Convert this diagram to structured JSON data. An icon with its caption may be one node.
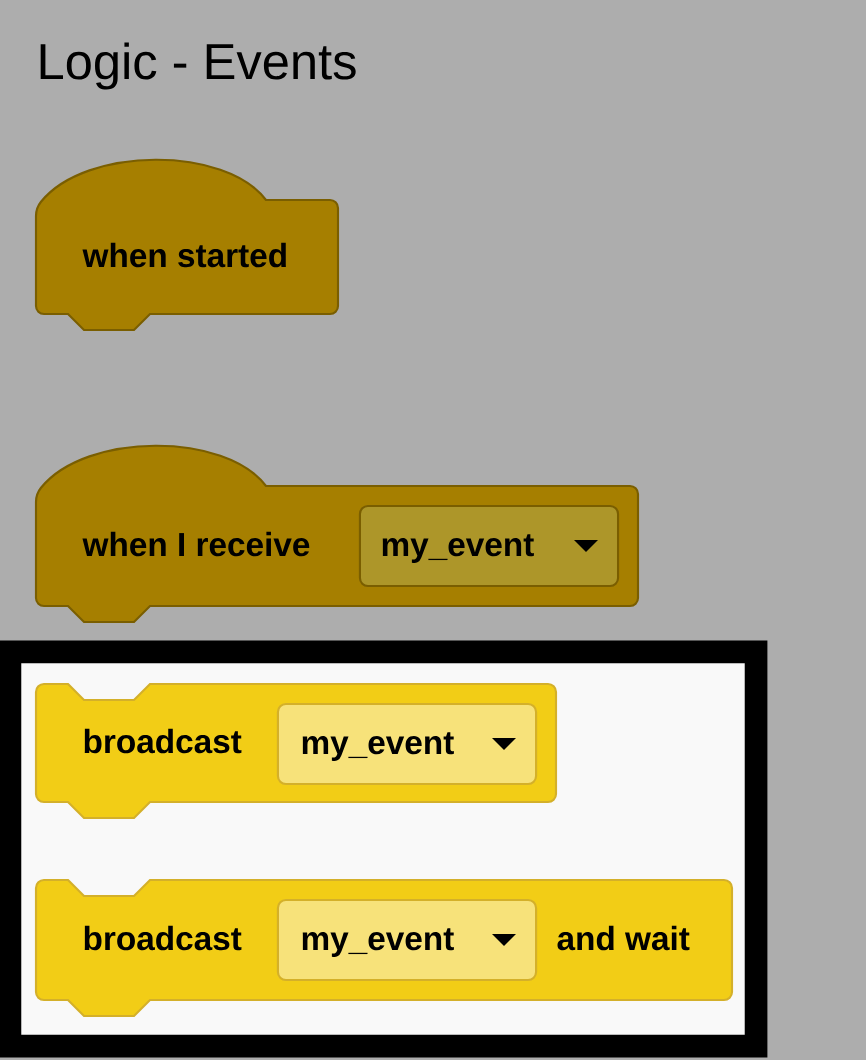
{
  "diagram": {
    "title": "Logic - Events",
    "nodes": [
      {
        "text": [
          "when started"
        ]
      },
      {
        "text": [
          "when I receive"
        ]
      },
      {
        "text": [
          "my_event"
        ],
        "in": 1
      },
      {
        "text": [],
        "shape": "box"
      },
      {
        "text": [
          "broadcast"
        ],
        "in": 3
      },
      {
        "text": [
          "my_event"
        ],
        "in": 4
      },
      {
        "text": [
          "broadcast",
          "and wait"
        ],
        "in": 3
      },
      {
        "text": [
          "my_event"
        ],
        "in": 6
      }
    ]
  }
}
